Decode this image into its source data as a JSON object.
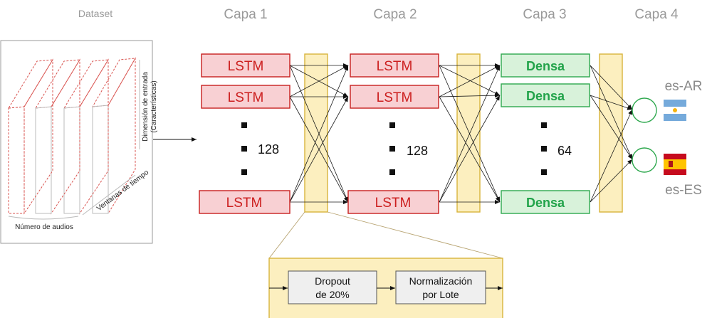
{
  "headers": {
    "dataset": "Dataset",
    "capa1": "Capa 1",
    "capa2": "Capa 2",
    "capa3": "Capa 3",
    "capa4": "Capa 4"
  },
  "dataset_panel": {
    "y_label_line1": "Dimensión de entrada",
    "y_label_line2": "(Características)",
    "x_label": "Número de audios",
    "depth_label": "Ventanas de tiempo"
  },
  "layer1": {
    "unit": "LSTM",
    "count": "128"
  },
  "layer2": {
    "unit": "LSTM",
    "count": "128"
  },
  "layer3": {
    "unit": "Densa",
    "count": "64"
  },
  "outputs": {
    "top_label": "es-AR",
    "bottom_label": "es-ES",
    "top_flag": "argentina-flag",
    "bottom_flag": "spain-flag"
  },
  "detail": {
    "step1_line1": "Dropout",
    "step1_line2": "de 20%",
    "step2_line1": "Normalización",
    "step2_line2": "por Lote"
  },
  "colors": {
    "lstm_fill": "#f8d0d3",
    "lstm_border": "#c81e1e",
    "densa_fill": "#d8f2da",
    "densa_border": "#2ea84e",
    "dropout_fill": "#fcefbf",
    "dropout_border": "#d8b43c"
  }
}
